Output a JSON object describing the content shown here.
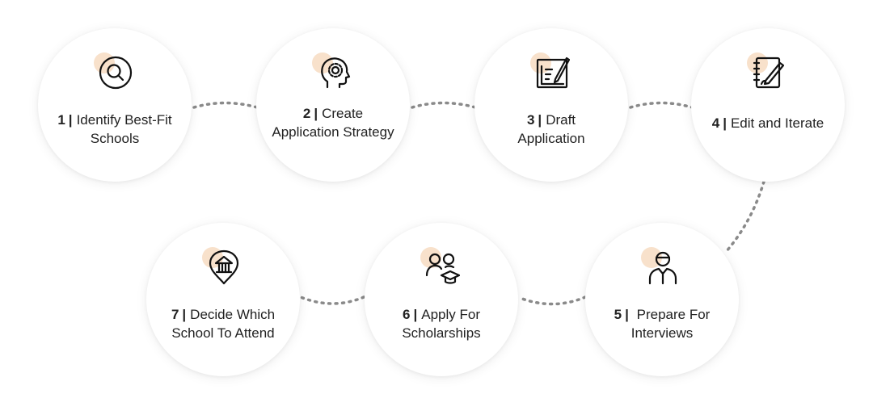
{
  "colors": {
    "accent_blob": "#f8e1cb",
    "connector": "#8a8a8a",
    "icon_stroke": "#111111",
    "text": "#222222"
  },
  "steps": [
    {
      "number": "1",
      "line1": "Identify Best-Fit",
      "line2": "Schools",
      "icon": "search-icon"
    },
    {
      "number": "2",
      "line1": "Create",
      "line2": "Application Strategy",
      "icon": "head-gear-icon"
    },
    {
      "number": "3",
      "line1": "Draft",
      "line2": "Application",
      "icon": "draft-document-icon"
    },
    {
      "number": "4",
      "line1": "Edit and Iterate",
      "line2": "",
      "icon": "notebook-pen-icon"
    },
    {
      "number": "5",
      "line1": " Prepare For",
      "line2": "Interviews",
      "icon": "interviewee-icon"
    },
    {
      "number": "6",
      "line1": "Apply For",
      "line2": "Scholarships",
      "icon": "students-graduation-icon"
    },
    {
      "number": "7",
      "line1": "Decide Which",
      "line2": "School To Attend",
      "icon": "school-location-pin-icon"
    }
  ]
}
